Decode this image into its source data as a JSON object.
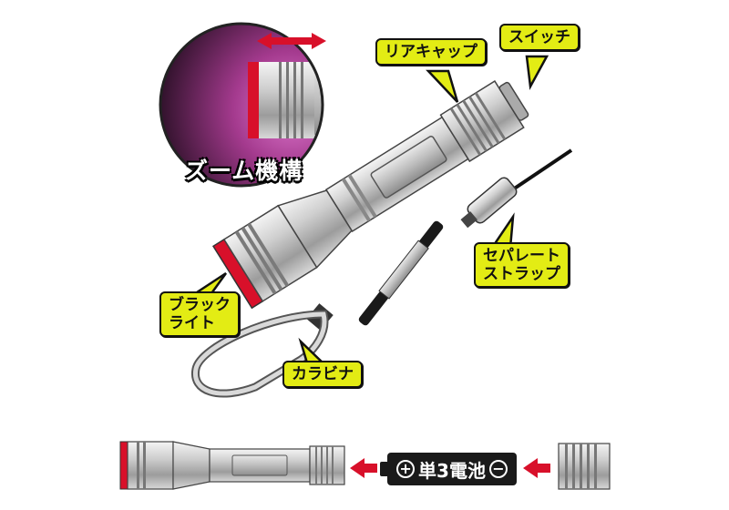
{
  "labels": {
    "zoom": "ズーム機構",
    "rear_cap": "リアキャップ",
    "switch": "スイッチ",
    "strap_line1": "セパレート",
    "strap_line2": "ストラップ",
    "blacklight_line1": "ブラック",
    "blacklight_line2": "ライト",
    "carabiner": "カラビナ"
  },
  "battery": {
    "plus": "+",
    "label": "単3電池",
    "minus": "−"
  },
  "colors": {
    "callout_fill": "#e3ec14",
    "accent_red": "#d8102a",
    "uv_glow": "#b23c9a",
    "silver": "#c8c8c8"
  }
}
